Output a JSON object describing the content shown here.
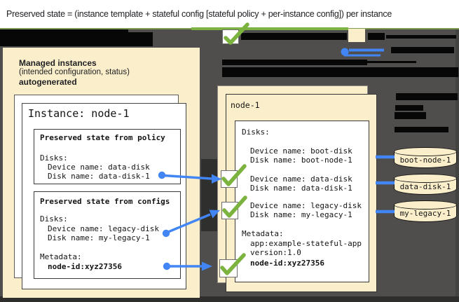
{
  "header": {
    "title": "Preserved state = (instance template + stateful config [stateful policy + per-instance config]) per instance"
  },
  "left_panel": {
    "title": "Managed instances",
    "subtitle": "(intended configuration, status)",
    "subtitle2": "autogenerated",
    "instance_label": "Instance: node-1",
    "policy_box": {
      "title": "Preserved state from policy",
      "disks_label": "Disks:",
      "device_line": "Device name: data-disk",
      "disk_label": "Disk name: ",
      "disk_value": "data-disk-1"
    },
    "configs_box": {
      "title": "Preserved state from configs",
      "disks_label": "Disks:",
      "device_line": "Device name: legacy-disk",
      "disk_label": "Disk name: ",
      "disk_value": "my-legacy-1",
      "metadata_label": "Metadata:",
      "metadata_value": "node-id:xyz27356"
    }
  },
  "right_panel": {
    "title": "node-1",
    "disks_label": "Disks:",
    "boot_device_line": "Device name: boot-disk",
    "boot_disk_line": "Disk name: boot-node-1",
    "data_device_line": "Device name: data-disk",
    "data_disk_label": "Disk name: ",
    "data_disk_value": "data-disk-1",
    "legacy_device_line": "Device name: legacy-disk",
    "legacy_disk_label": "Disk name: ",
    "legacy_disk_value": "my-legacy-1",
    "metadata_label": "Metadata:",
    "metadata_app": "app:example-stateful-app",
    "metadata_version": "version:1.0",
    "metadata_node_id": "node-id:xyz27356"
  },
  "disks": [
    {
      "label": "boot-node-1"
    },
    {
      "label": "data-disk-1"
    },
    {
      "label": "my-legacy-1"
    }
  ],
  "icons": {
    "checkmark": "green check over checkbox",
    "blue_dot_arrow": "blue dot with arrow connector"
  },
  "colors": {
    "background_dark": "#4F4E4C",
    "panel_cream": "#FBEFCB",
    "accent_green": "#7CB342",
    "accent_blue": "#4285F4",
    "redaction_black": "#070707"
  }
}
